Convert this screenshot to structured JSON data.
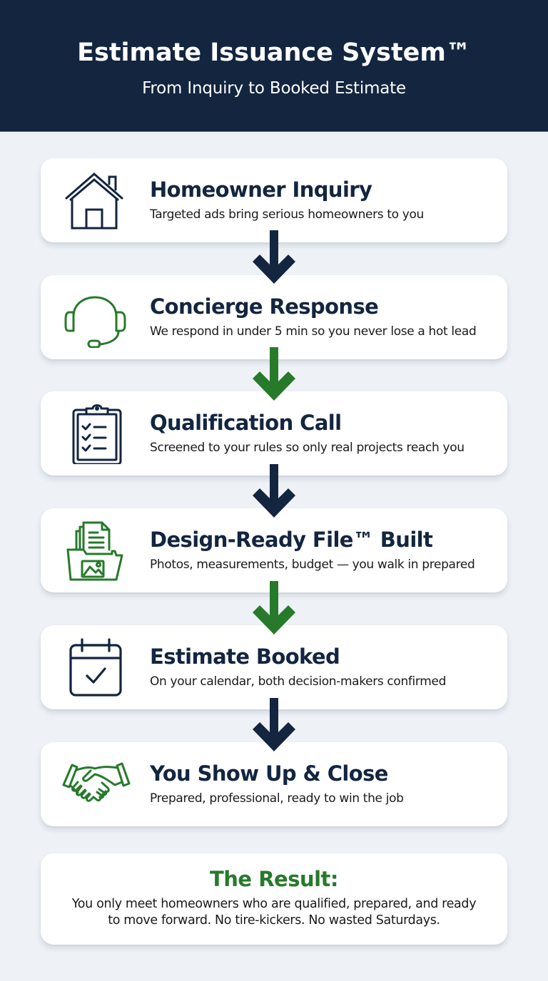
{
  "header": {
    "title": "Estimate Issuance System™",
    "subtitle": "From Inquiry to Booked Estimate"
  },
  "colors": {
    "navy": "#13253F",
    "green": "#267A2A",
    "background": "#EEF2F7",
    "card": "#FFFFFF"
  },
  "steps": [
    {
      "icon": "house-icon",
      "icon_color": "navy",
      "title": "Homeowner Inquiry",
      "description": "Targeted ads bring serious homeowners to you"
    },
    {
      "icon": "headset-icon",
      "icon_color": "green",
      "title": "Concierge Response",
      "description": "We respond in under 5 min so you never lose a hot lead"
    },
    {
      "icon": "clipboard-checklist-icon",
      "icon_color": "navy",
      "title": "Qualification Call",
      "description": "Screened to your rules so only real projects reach you"
    },
    {
      "icon": "folder-file-icon",
      "icon_color": "green",
      "title": "Design-Ready File™ Built",
      "description": "Photos, measurements, budget — you walk in prepared"
    },
    {
      "icon": "calendar-check-icon",
      "icon_color": "navy",
      "title": "Estimate Booked",
      "description": "On your calendar, both decision-makers confirmed"
    },
    {
      "icon": "handshake-icon",
      "icon_color": "green",
      "title": "You Show Up & Close",
      "description": "Prepared, professional, ready to win the job"
    }
  ],
  "arrows": [
    {
      "icon": "down-arrow-icon",
      "color": "navy"
    },
    {
      "icon": "down-arrow-icon",
      "color": "green"
    },
    {
      "icon": "down-arrow-icon",
      "color": "navy"
    },
    {
      "icon": "down-arrow-icon",
      "color": "green"
    },
    {
      "icon": "down-arrow-icon",
      "color": "navy"
    }
  ],
  "result": {
    "title": "The Result:",
    "body": "You only meet homeowners who are qualified, prepared, and ready to move forward. No tire-kickers. No wasted Saturdays."
  }
}
